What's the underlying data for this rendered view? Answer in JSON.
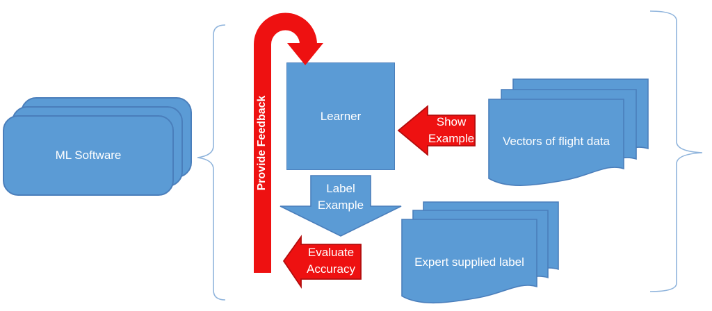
{
  "colors": {
    "blue_fill": "#5b9bd5",
    "blue_border": "#4a7ebb",
    "red_fill": "#ee1111",
    "red_border": "#b30d0d",
    "brace": "#8fb4dc",
    "label_text": "#ffffff",
    "background": "#ffffff"
  },
  "nodes": {
    "ml_software": {
      "label": "ML Software",
      "shape": "stacked-rounded-rectangles"
    },
    "learner": {
      "label": "Learner",
      "shape": "square"
    },
    "vectors_of_flight_data": {
      "label": "Vectors of flight data",
      "shape": "stacked-documents"
    },
    "expert_supplied_label": {
      "label": "Expert supplied label",
      "shape": "stacked-documents"
    }
  },
  "arrows": {
    "provide_feedback": {
      "label": "Provide Feedback",
      "color": "red",
      "direction": "up-then-curve-into-learner"
    },
    "show_example": {
      "line1": "Show",
      "line2": "Example",
      "color": "red",
      "direction": "left"
    },
    "label_example": {
      "line1": "Label",
      "line2": "Example",
      "color": "blue",
      "direction": "down"
    },
    "evaluate_accuracy": {
      "line1": "Evaluate",
      "line2": "Accuracy",
      "color": "red",
      "direction": "left"
    }
  },
  "braces": {
    "left": "{",
    "right": "}"
  }
}
